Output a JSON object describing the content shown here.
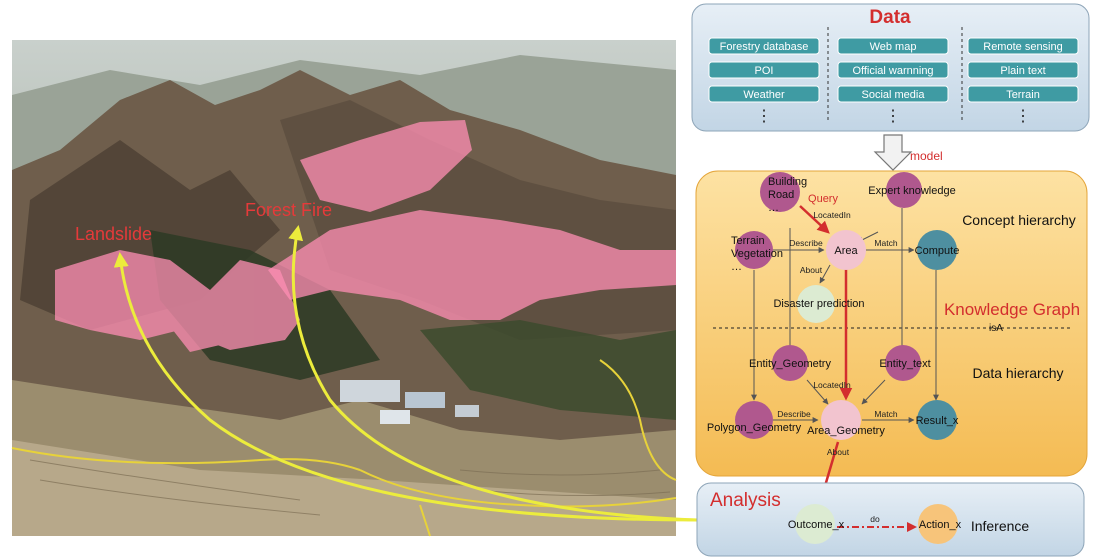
{
  "photo": {
    "labels": {
      "landslide": "Landslide",
      "forest_fire": "Forest Fire"
    }
  },
  "data_panel": {
    "title": "Data",
    "sources": [
      "Forestry database",
      "Web map",
      "Remote sensing",
      "POI",
      "Official warnning",
      "Plain text",
      "Weather",
      "Social media",
      "Terrain"
    ],
    "ellipsis": "⋮"
  },
  "model_label": "model",
  "kg_panel": {
    "title": "Knowledge Graph",
    "concept_hierarchy": "Concept hierarchy",
    "data_hierarchy": "Data hierarchy",
    "isA": "isA",
    "nodes": {
      "building": "Building\nRoad\n…",
      "expert": "Expert knowledge",
      "terrain": "Terrain\nVegetation\n…",
      "area": "Area",
      "compute": "Compute",
      "disaster": "Disaster prediction",
      "entity_geometry": "Entity_Geometry",
      "entity_text": "Entity_text",
      "polygon_geometry": "Polygon_Geometry",
      "area_geometry": "Area_Geometry",
      "result": "Result_x"
    },
    "edges": {
      "query": "Query",
      "locatedin_top": "LocatedIn",
      "describe_top": "Describe",
      "match_top": "Match",
      "about_top": "About",
      "locatedin_bottom": "LocatedIn",
      "describe_bottom": "Describe",
      "match_bottom": "Match",
      "about_bottom": "About"
    }
  },
  "analysis_panel": {
    "title": "Analysis",
    "outcome": "Outcome_x",
    "do": "do",
    "action": "Action_x",
    "inference": "Inference"
  },
  "colors": {
    "panel_blue": "#d5e3ef",
    "source_box": "#3f9ba3",
    "kg_orange": "#f8c86a",
    "node_purple": "#b0588e",
    "node_teal": "#4e8fa0",
    "node_pink": "#f2c4cf",
    "node_green": "#dcebd2",
    "node_orange": "#f7c47a",
    "accent_red": "#d32e2e",
    "arrow_yellow": "#e8e83a"
  }
}
